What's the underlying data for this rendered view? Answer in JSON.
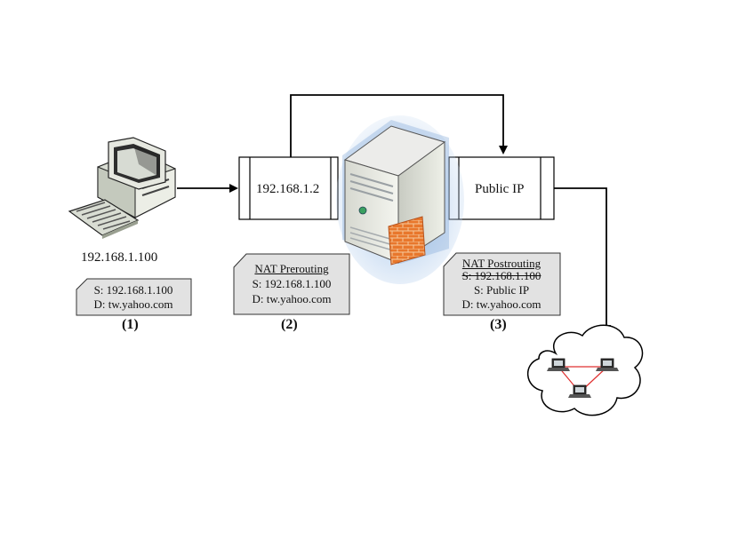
{
  "pc": {
    "ip": "192.168.1.100"
  },
  "interfaces": {
    "internal": {
      "label": "192.168.1.2"
    },
    "external": {
      "label": "Public IP"
    }
  },
  "notes": [
    {
      "step": "(1)",
      "lines": [
        "S: 192.168.1.100",
        "D: tw.yahoo.com"
      ]
    },
    {
      "step": "(2)",
      "title": "NAT Prerouting",
      "lines": [
        "S: 192.168.1.100",
        "D: tw.yahoo.com"
      ]
    },
    {
      "step": "(3)",
      "title": "NAT Postrouting",
      "struck": "S: 192.168.1.100",
      "lines": [
        "S: Public IP",
        "D: tw.yahoo.com"
      ]
    }
  ],
  "icons": {
    "pc": "desktop-computer-icon",
    "server": "server-tower-icon",
    "firewall": "brick-firewall-icon",
    "internet": "cloud-network-icon"
  },
  "colors": {
    "note_fill": "#e2e2e2",
    "firewall": "#e8772c",
    "server_glow": "#7ea6d8",
    "cloud_link": "#e03030"
  }
}
